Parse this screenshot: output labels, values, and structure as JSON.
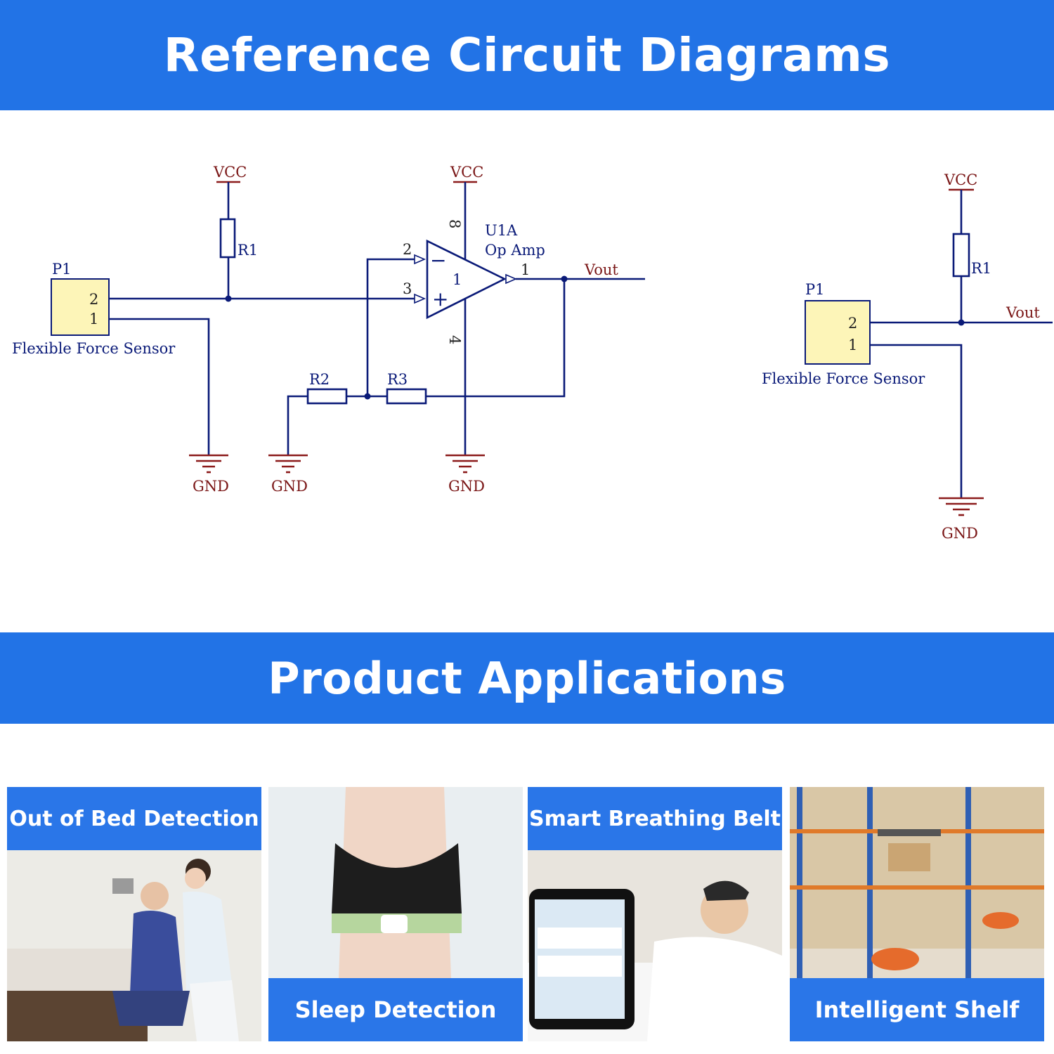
{
  "header": {
    "title": "Reference Circuit Diagrams"
  },
  "section2": {
    "title": "Product Applications"
  },
  "circuit_amp": {
    "vcc1": "VCC",
    "vcc2": "VCC",
    "r1": "R1",
    "r2": "R2",
    "r3": "R3",
    "p1": "P1",
    "pin2": "2",
    "pin1": "1",
    "sensor": "Flexible Force Sensor",
    "u1a": "U1A",
    "opamp": "Op Amp",
    "pin8": "8",
    "pin4": "4",
    "inv_pin": "2",
    "noninv_pin": "3",
    "out_pin": "1",
    "unit": "1",
    "minus": "−",
    "plus": "+",
    "vout": "Vout",
    "gnd1": "GND",
    "gnd2": "GND",
    "gnd3": "GND"
  },
  "circuit_simple": {
    "vcc": "VCC",
    "r1": "R1",
    "p1": "P1",
    "pin2": "2",
    "pin1": "1",
    "sensor": "Flexible Force Sensor",
    "vout": "Vout",
    "gnd": "GND"
  },
  "applications": [
    {
      "label": "Out of Bed Detection"
    },
    {
      "label": "Sleep Detection"
    },
    {
      "label": "Smart Breathing Belt"
    },
    {
      "label": "Intelligent Shelf"
    }
  ],
  "colors": {
    "banner": "#2273e6",
    "wire": "#0a1a78",
    "power": "#8b1a1a",
    "connector": "#fdf5b8"
  }
}
